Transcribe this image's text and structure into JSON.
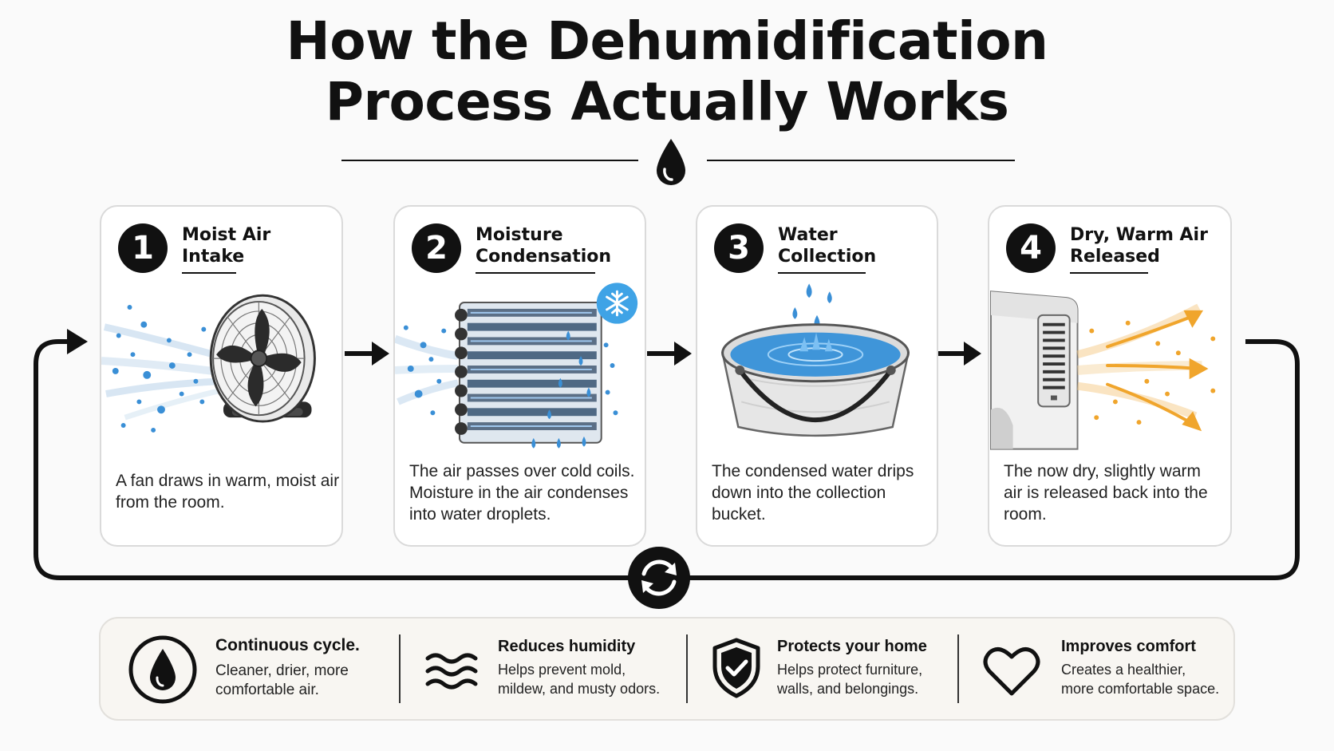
{
  "header": {
    "title_line1": "How the Dehumidification",
    "title_line2": "Process Actually Works"
  },
  "steps": [
    {
      "number": "1",
      "title": "Moist Air\nIntake",
      "description": "A fan draws in warm, moist air from the room.",
      "illustration": "fan-icon"
    },
    {
      "number": "2",
      "title": "Moisture\nCondensation",
      "description": "The air passes over cold coils. Moisture in the air condenses into water droplets.",
      "illustration": "coil-icon"
    },
    {
      "number": "3",
      "title": "Water\nCollection",
      "description": "The condensed water drips down into the collection bucket.",
      "illustration": "bucket-icon"
    },
    {
      "number": "4",
      "title": "Dry, Warm Air\nReleased",
      "description": "The now dry, slightly warm air is released back into the room.",
      "illustration": "dehumidifier-icon"
    }
  ],
  "cycle_icon": "cycle-icon",
  "benefits": [
    {
      "title": "Continuous cycle.",
      "description": "Cleaner, drier, more\ncomfortable air.",
      "icon": "water-drop-icon"
    },
    {
      "title": "Reduces humidity",
      "description": "Helps prevent mold,\nmildew, and musty odors.",
      "icon": "waves-icon"
    },
    {
      "title": "Protects your home",
      "description": "Helps protect furniture,\nwalls, and belongings.",
      "icon": "shield-check-icon"
    },
    {
      "title": "Improves comfort",
      "description": "Creates a healthier,\nmore comfortable space.",
      "icon": "heart-icon"
    }
  ],
  "colors": {
    "ink": "#111111",
    "water": "#3a8fd6",
    "ice_badge": "#3fa3e6",
    "warm_air": "#f0a52c",
    "card_border": "#dadada"
  }
}
